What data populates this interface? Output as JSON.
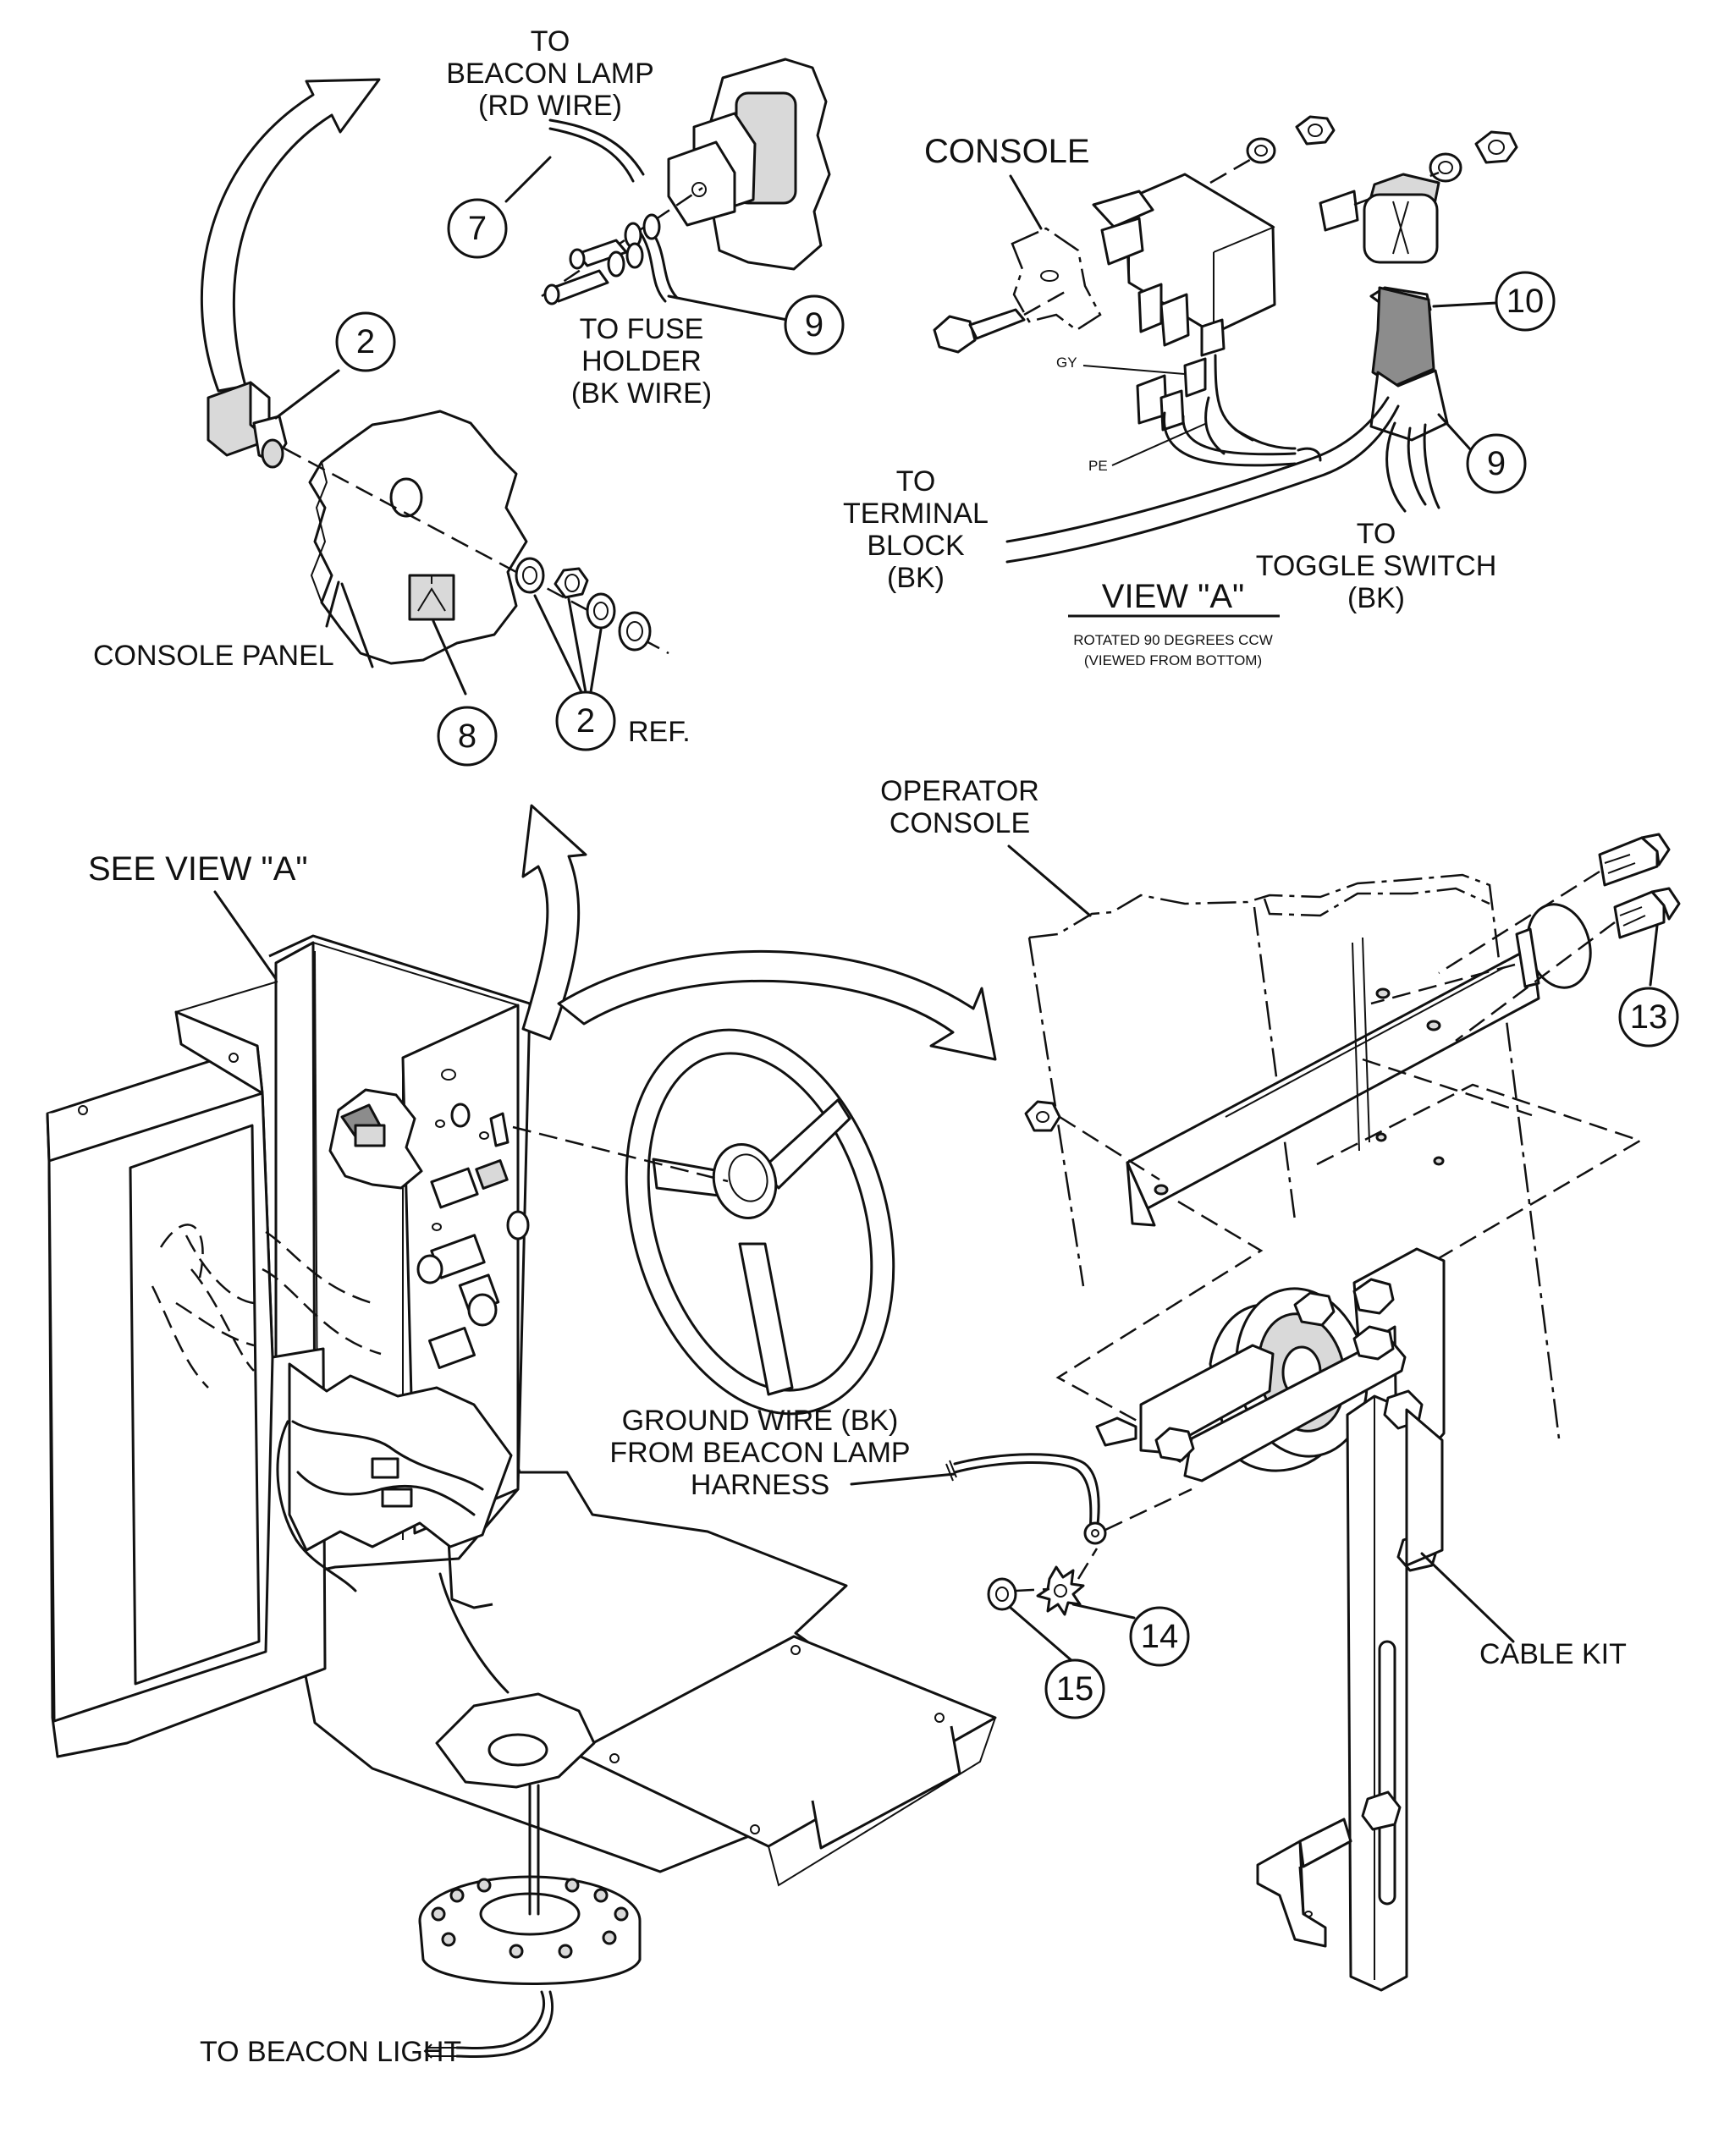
{
  "labels": {
    "to_beacon_lamp": [
      "TO",
      "BEACON LAMP",
      "(RD WIRE)"
    ],
    "to_fuse_holder": [
      "TO FUSE",
      "HOLDER",
      "(BK WIRE)"
    ],
    "console": "CONSOLE",
    "gy": "GY",
    "pe": "PE",
    "to_terminal_block": [
      "TO",
      "TERMINAL",
      "BLOCK",
      "(BK)"
    ],
    "to_toggle_switch": [
      "TO",
      "TOGGLE SWITCH",
      "(BK)"
    ],
    "view_a": "VIEW \"A\"",
    "view_a_note": [
      "ROTATED 90 DEGREES CCW",
      "(VIEWED FROM BOTTOM)"
    ],
    "console_panel": "CONSOLE PANEL",
    "ref": "REF.",
    "operator_console": [
      "OPERATOR",
      "CONSOLE"
    ],
    "see_view_a": "SEE VIEW \"A\"",
    "ground_wire": [
      "GROUND WIRE (BK)",
      "FROM BEACON LAMP",
      "HARNESS"
    ],
    "cable_kit": "CABLE KIT",
    "to_beacon_light": "TO BEACON LIGHT"
  },
  "callouts": {
    "c7": "7",
    "c9a": "9",
    "c2a": "2",
    "c10": "10",
    "c9b": "9",
    "c8": "8",
    "c2b": "2",
    "c13": "13",
    "c14": "14",
    "c15": "15"
  }
}
